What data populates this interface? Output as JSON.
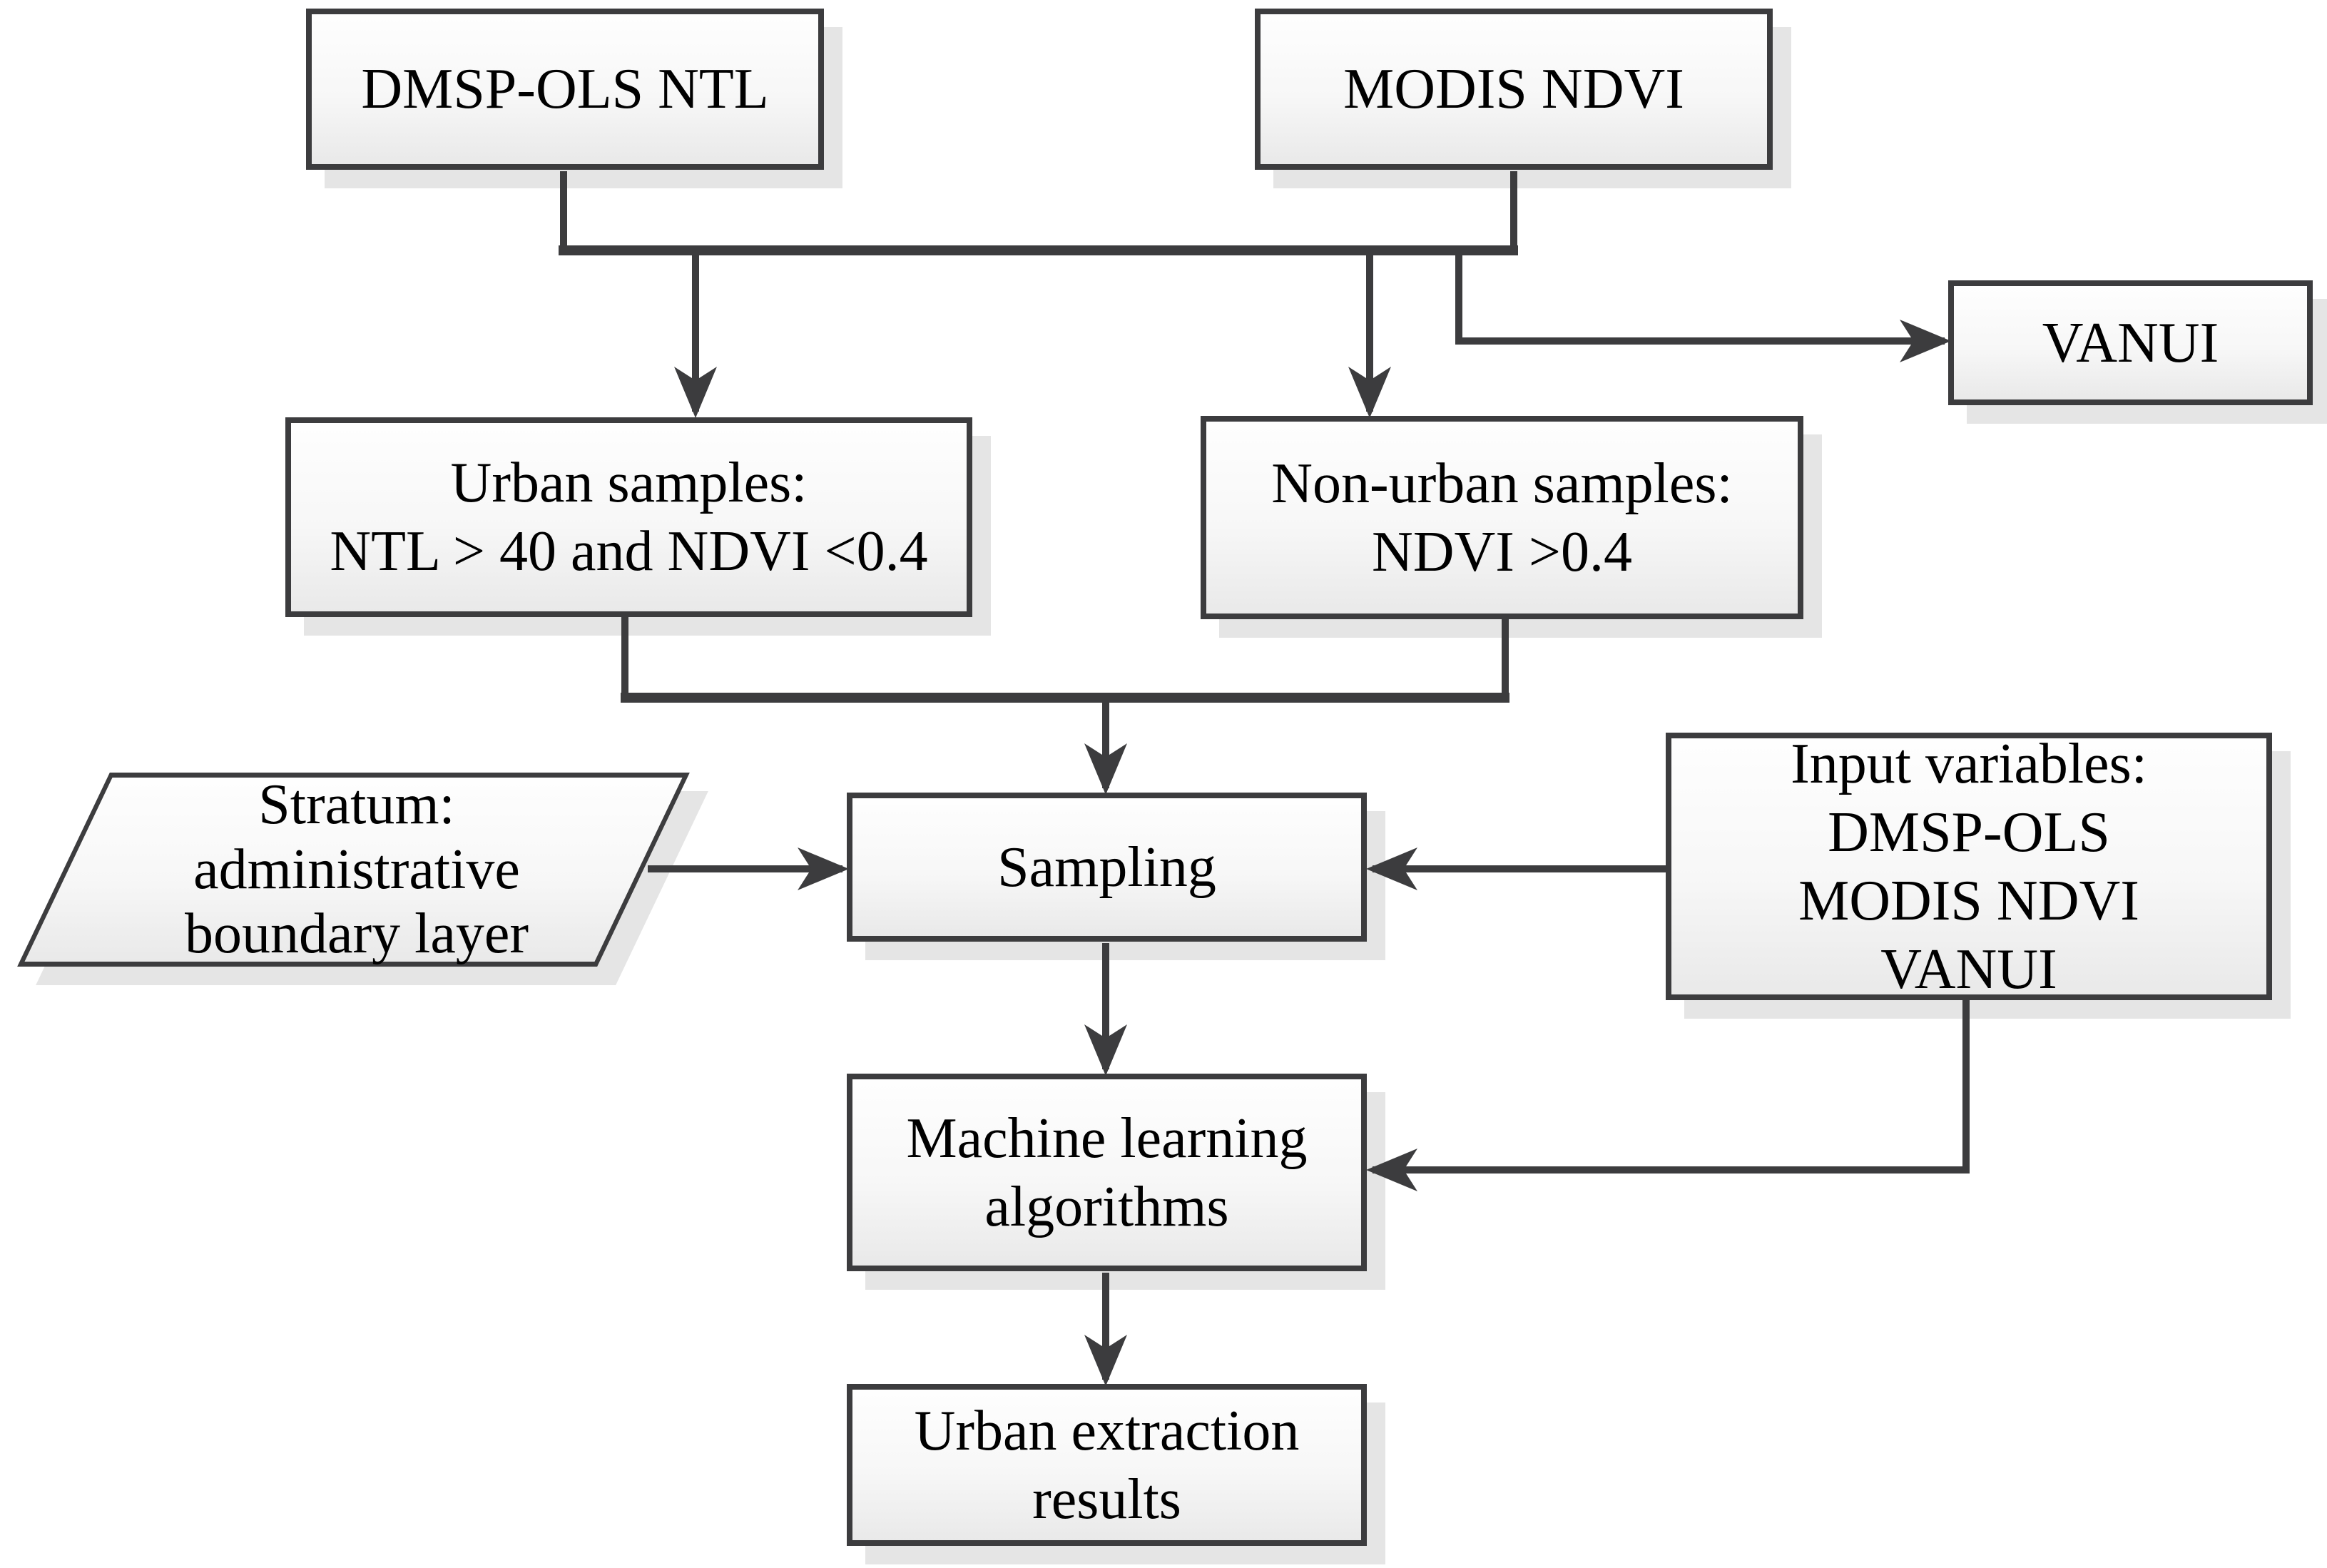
{
  "colors": {
    "line": "#3c3c3e",
    "node_border": "#3c3c3e",
    "node_fill_top": "#fefefe",
    "node_fill_bottom": "#e9e9e9",
    "node_shadow": "#e5e5e5",
    "text": "#000000",
    "background": "#ffffff"
  },
  "nodes": {
    "dmsp_ols_ntl": {
      "shape": "rect",
      "lines": [
        "DMSP-OLS NTL"
      ]
    },
    "modis_ndvi": {
      "shape": "rect",
      "lines": [
        "MODIS NDVI"
      ]
    },
    "vanui": {
      "shape": "rect",
      "lines": [
        "VANUI"
      ]
    },
    "urban_samples": {
      "shape": "rect",
      "lines": [
        "Urban samples:",
        "NTL > 40 and NDVI <0.4"
      ]
    },
    "non_urban_samples": {
      "shape": "rect",
      "lines": [
        "Non-urban samples:",
        "NDVI >0.4"
      ]
    },
    "stratum": {
      "shape": "parallelogram",
      "lines": [
        "Stratum:",
        "administrative",
        "boundary layer"
      ]
    },
    "sampling": {
      "shape": "rect",
      "lines": [
        "Sampling"
      ]
    },
    "input_variables": {
      "shape": "rect",
      "lines": [
        "Input variables:",
        "DMSP-OLS",
        "MODIS NDVI",
        "VANUI"
      ]
    },
    "ml_algorithms": {
      "shape": "rect",
      "lines": [
        "Machine learning",
        "algorithms"
      ]
    },
    "urban_extraction": {
      "shape": "rect",
      "lines": [
        "Urban extraction",
        "results"
      ]
    }
  },
  "edges": [
    {
      "from": "dmsp_ols_ntl",
      "to": "urban_samples"
    },
    {
      "from": "modis_ndvi",
      "to": "non_urban_samples"
    },
    {
      "from": "dmsp_ols_ntl",
      "to": "vanui"
    },
    {
      "from": "modis_ndvi",
      "to": "vanui"
    },
    {
      "from": "urban_samples",
      "to": "sampling"
    },
    {
      "from": "non_urban_samples",
      "to": "sampling"
    },
    {
      "from": "stratum",
      "to": "sampling"
    },
    {
      "from": "input_variables",
      "to": "sampling"
    },
    {
      "from": "sampling",
      "to": "ml_algorithms"
    },
    {
      "from": "input_variables",
      "to": "ml_algorithms"
    },
    {
      "from": "ml_algorithms",
      "to": "urban_extraction"
    }
  ]
}
